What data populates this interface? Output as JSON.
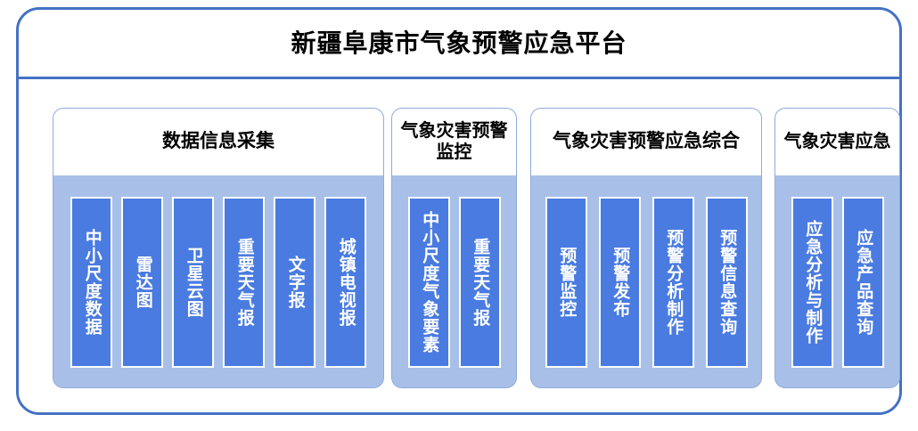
{
  "platform": {
    "title": "新疆阜康市气象预警应急平台"
  },
  "colors": {
    "frame_border": "#4472C4",
    "group_border": "#8FAADC",
    "group_body_bg": "#A8C0E8",
    "group_header_bg": "#FFFFFF",
    "item_bar_bg": "#4A7BE0",
    "item_bar_border": "#FFFFFF",
    "title_text": "#000000",
    "item_text": "#FFFFFF"
  },
  "groups": [
    {
      "id": "data-acquisition",
      "header": "数据信息采集",
      "items": [
        {
          "label": "中小尺度数据"
        },
        {
          "label": "雷达图"
        },
        {
          "label": "卫星云图"
        },
        {
          "label": "重要天气报"
        },
        {
          "label": "文字报"
        },
        {
          "label": "城镇电视报"
        }
      ]
    },
    {
      "id": "disaster-warning-monitoring",
      "header": "气象灾害预警监控",
      "items": [
        {
          "label": "中小尺度气象要素"
        },
        {
          "label": "重要天气报"
        }
      ]
    },
    {
      "id": "warning-emergency-integrated",
      "header": "气象灾害预警应急综合",
      "items": [
        {
          "label": "预警监控"
        },
        {
          "label": "预警发布"
        },
        {
          "label": "预警分析制作"
        },
        {
          "label": "预警信息查询"
        }
      ]
    },
    {
      "id": "disaster-emergency",
      "header": "气象灾害应急",
      "items": [
        {
          "label": "应急分析与制作"
        },
        {
          "label": "应急产品查询"
        }
      ]
    }
  ]
}
